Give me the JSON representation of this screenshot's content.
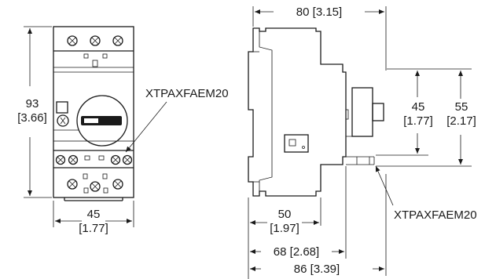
{
  "front_view": {
    "height_mm": "93",
    "height_in": "[3.66]",
    "width_mm": "45",
    "width_in": "[1.77]",
    "accessory_label": "XTPAXFAEM20"
  },
  "side_view": {
    "depth_top": "80 [3.15]",
    "rail_45_mm": "45",
    "rail_45_in": "[1.77]",
    "rail_55_mm": "55",
    "rail_55_in": "[2.17]",
    "depth_50_mm": "50",
    "depth_50_in": "[1.97]",
    "depth_68": "68 [2.68]",
    "depth_86": "86 [3.39]",
    "accessory_label": "XTPAXFAEM20"
  }
}
